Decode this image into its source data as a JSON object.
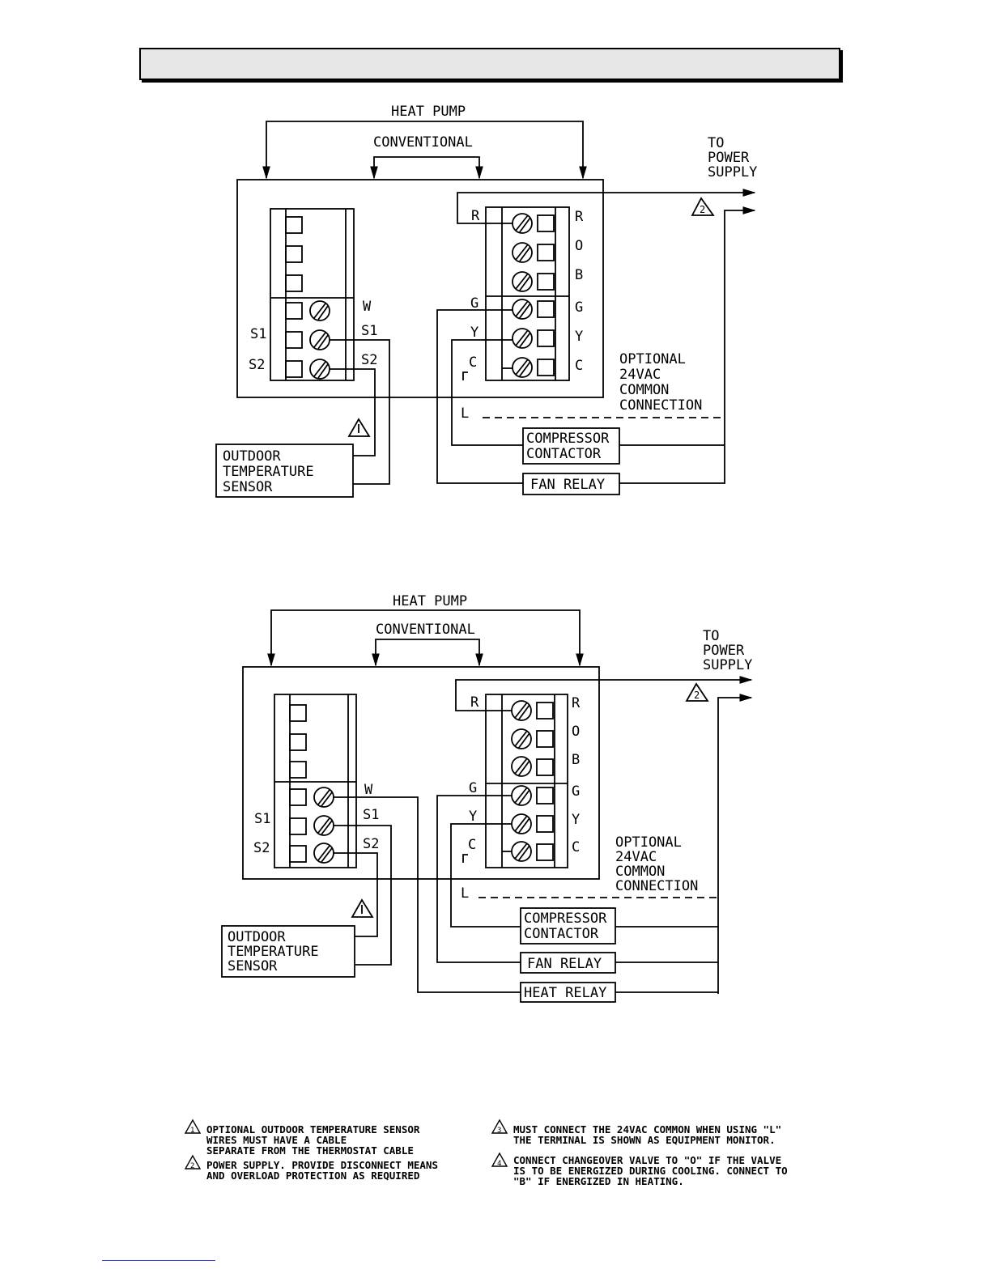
{
  "header": {
    "title": ""
  },
  "diagrams": [
    {
      "heat_pump_label": "HEAT PUMP",
      "conventional_label": "CONVENTIONAL",
      "power_supply_lines": [
        "TO",
        "POWER",
        "SUPPLY"
      ],
      "note_2_marker": "2",
      "left_terminal_labels": [
        "W",
        "S1",
        "S2"
      ],
      "left_side_labels": [
        "S1",
        "S2"
      ],
      "right_in_labels": [
        "R",
        "G",
        "Y",
        "C"
      ],
      "right_out_labels": [
        "R",
        "O",
        "B",
        "G",
        "Y",
        "C"
      ],
      "l_label": "L",
      "optional_lines": [
        "OPTIONAL",
        "24VAC",
        "COMMON",
        "CONNECTION"
      ],
      "sensor_lines": [
        "OUTDOOR",
        "TEMPERATURE",
        "SENSOR"
      ],
      "compressor_lines": [
        "COMPRESSOR",
        "CONTACTOR"
      ],
      "fan_relay": "FAN RELAY"
    },
    {
      "heat_pump_label": "HEAT PUMP",
      "conventional_label": "CONVENTIONAL",
      "power_supply_lines": [
        "TO",
        "POWER",
        "SUPPLY"
      ],
      "note_2_marker": "2",
      "left_terminal_labels": [
        "W",
        "S1",
        "S2"
      ],
      "left_side_labels": [
        "S1",
        "S2"
      ],
      "right_in_labels": [
        "R",
        "G",
        "Y",
        "C"
      ],
      "right_out_labels": [
        "R",
        "O",
        "B",
        "G",
        "Y",
        "C"
      ],
      "l_label": "L",
      "optional_lines": [
        "OPTIONAL",
        "24VAC",
        "COMMON",
        "CONNECTION"
      ],
      "sensor_lines": [
        "OUTDOOR",
        "TEMPERATURE",
        "SENSOR"
      ],
      "compressor_lines": [
        "COMPRESSOR",
        "CONTACTOR"
      ],
      "fan_relay": "FAN RELAY",
      "heat_relay": "HEAT RELAY"
    }
  ],
  "notes": [
    {
      "marker": "1",
      "lines": [
        "OPTIONAL OUTDOOR TEMPERATURE SENSOR",
        "WIRES MUST HAVE A CABLE",
        "SEPARATE FROM THE THERMOSTAT CABLE"
      ]
    },
    {
      "marker": "2",
      "lines": [
        "POWER SUPPLY. PROVIDE DISCONNECT MEANS",
        "AND OVERLOAD PROTECTION AS REQUIRED"
      ]
    },
    {
      "marker": "3",
      "lines": [
        "MUST CONNECT THE 24VAC COMMON WHEN USING \"L\"",
        "THE TERMINAL IS SHOWN AS EQUIPMENT MONITOR."
      ]
    },
    {
      "marker": "4",
      "lines": [
        "CONNECT CHANGEOVER VALVE TO \"O\" IF THE VALVE",
        "IS TO BE ENERGIZED DURING COOLING. CONNECT TO",
        "\"B\" IF ENERGIZED IN HEATING."
      ]
    }
  ]
}
